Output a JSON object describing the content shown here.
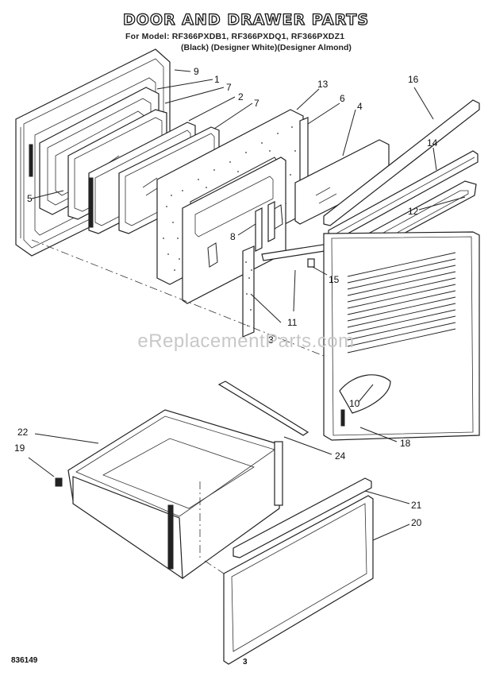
{
  "header": {
    "title": "DOOR AND DRAWER PARTS",
    "models": "For Model: RF366PXDB1, RF366PXDQ1, RF366PXDZ1",
    "variants": "(Black)   (Designer White)(Designer Almond)"
  },
  "watermark": "eReplacementParts.com",
  "callouts": [
    "9",
    "1",
    "7",
    "2",
    "7",
    "13",
    "6",
    "4",
    "16",
    "14",
    "12",
    "5",
    "8",
    "15",
    "11",
    "3",
    "10",
    "18",
    "22",
    "19",
    "24",
    "21",
    "20"
  ],
  "footer": {
    "code": "836149",
    "page": "3"
  }
}
